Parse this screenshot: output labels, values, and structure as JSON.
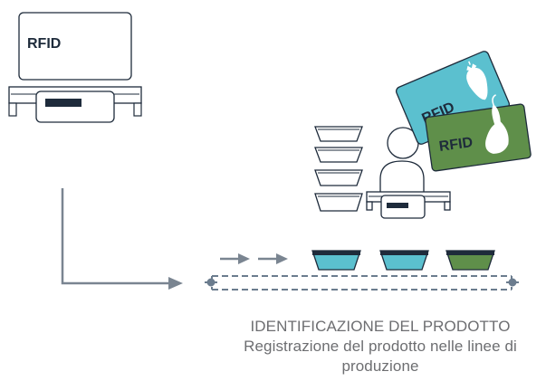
{
  "terminal": {
    "screen_label": "RFID"
  },
  "cards": [
    {
      "label": "RFID",
      "fruit": "strawberry-icon",
      "color": "#5bc0cf"
    },
    {
      "label": "RFID",
      "fruit": "pear-icon",
      "color": "#5f8f4a"
    }
  ],
  "caption": {
    "title": "IDENTIFICAZIONE DEL PRODOTTO",
    "subtitle_line1": "Registrazione del prodotto nelle linee di",
    "subtitle_line2": "produzione"
  },
  "colors": {
    "outline": "#1e2b3b",
    "arrow": "#7a8591",
    "conveyor": "#6b7c8e",
    "tray_blue": "#5bc0cf",
    "tray_green": "#5f8f4a",
    "caption_text": "#6d6e71"
  }
}
